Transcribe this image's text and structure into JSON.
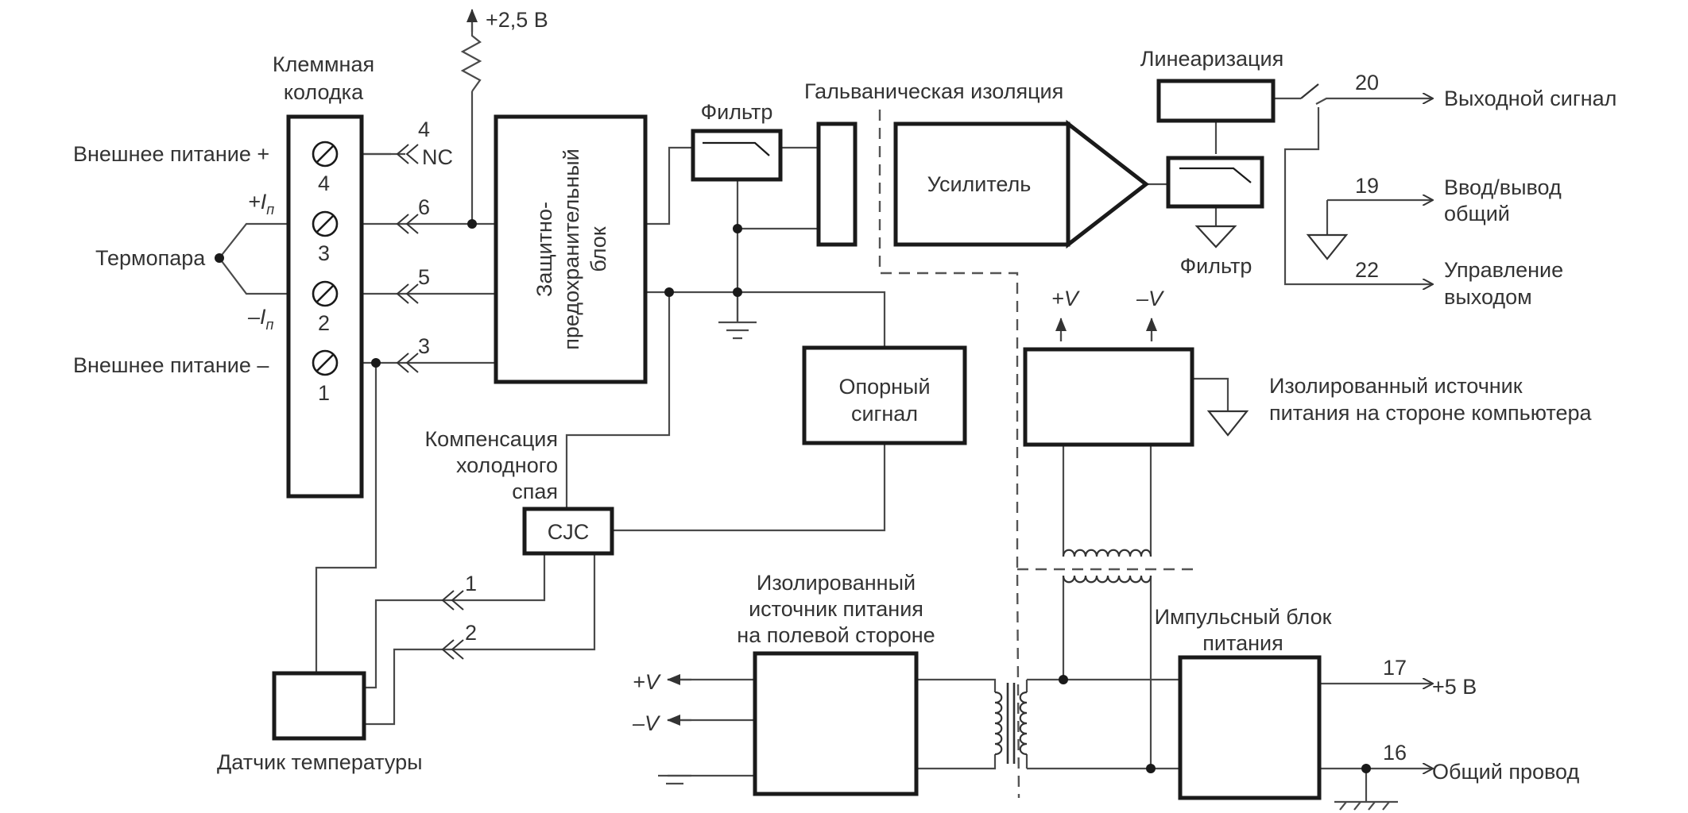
{
  "labels": {
    "terminal_block": [
      "Клеммная",
      "колодка"
    ],
    "ext_power_plus": "Внешнее питание +",
    "ext_power_minus": "Внешнее питание –",
    "thermocouple": "Термопара",
    "plus_in": "+I",
    "minus_in": "–I",
    "subscript_n": "п",
    "voltage_25": "+2,5 В",
    "nc": "NC",
    "protection": [
      "Защитно-",
      "предохранительный",
      "блок"
    ],
    "filter_top": "Фильтр",
    "galvanic": "Гальваническая изоляция",
    "amplifier": "Усилитель",
    "linearization": "Линеаризация",
    "filter_right": "Фильтр",
    "output_signal": "Выходной сигнал",
    "io_common": [
      "Ввод/вывод",
      "общий"
    ],
    "output_control": [
      "Управление",
      "выходом"
    ],
    "reference": [
      "Опорный",
      "сигнал"
    ],
    "cjc_caption": [
      "Компенсация",
      "холодного",
      "спая"
    ],
    "cjc": "CJC",
    "temp_sensor": "Датчик температуры",
    "field_power": [
      "Изолированный",
      "источник питания",
      "на полевой стороне"
    ],
    "pc_power": [
      "Изолированный источник",
      "питания на стороне компьютера"
    ],
    "pulse_power": [
      "Импульсный блок",
      "питания"
    ],
    "plus_v": "+V",
    "minus_v": "–V",
    "plus_5v": "+5 В",
    "common_wire": "Общий провод"
  },
  "pins": {
    "terminal": [
      "4",
      "3",
      "2",
      "1"
    ],
    "wire_4": "4",
    "wire_6": "6",
    "wire_5": "5",
    "wire_3": "3",
    "sensor_1": "1",
    "sensor_2": "2",
    "out_20": "20",
    "out_19": "19",
    "out_22": "22",
    "out_17": "17",
    "out_16": "16"
  }
}
